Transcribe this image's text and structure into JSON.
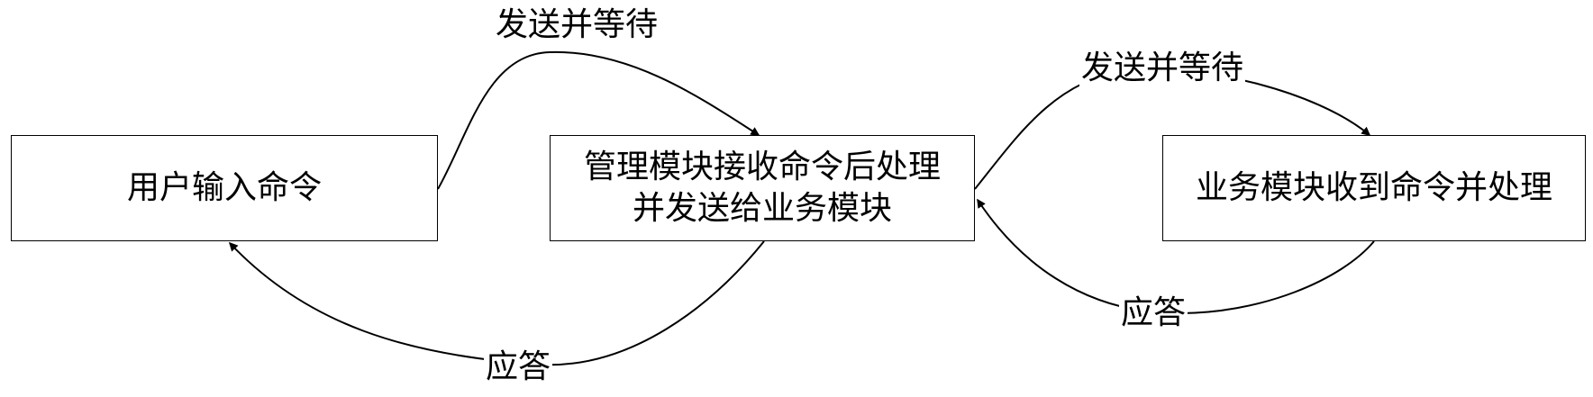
{
  "diagram": {
    "nodes": {
      "user_input": {
        "text": "用户输入命令"
      },
      "management_module": {
        "line1": "管理模块接收命令后处理",
        "line2": "并发送给业务模块"
      },
      "business_module": {
        "text": "业务模块收到命令并处理"
      }
    },
    "edges": [
      {
        "from": "user_input",
        "to": "management_module",
        "label": "发送并等待"
      },
      {
        "from": "management_module",
        "to": "user_input",
        "label": "应答"
      },
      {
        "from": "management_module",
        "to": "business_module",
        "label": "发送并等待"
      },
      {
        "from": "business_module",
        "to": "management_module",
        "label": "应答"
      }
    ]
  }
}
